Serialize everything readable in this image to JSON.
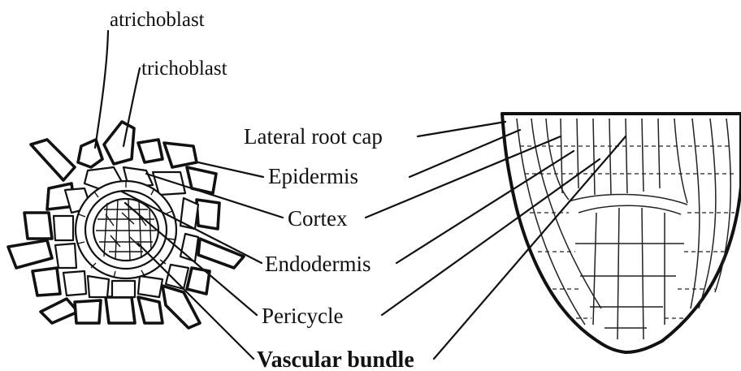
{
  "labels": {
    "atrichoblast": "atrichoblast",
    "trichoblast": "trichoblast",
    "lateral_root_cap": "Lateral root cap",
    "epidermis": "Epidermis",
    "cortex": "Cortex",
    "endodermis": "Endodermis",
    "pericycle": "Pericycle",
    "vascular_bundle": "Vascular bundle"
  }
}
